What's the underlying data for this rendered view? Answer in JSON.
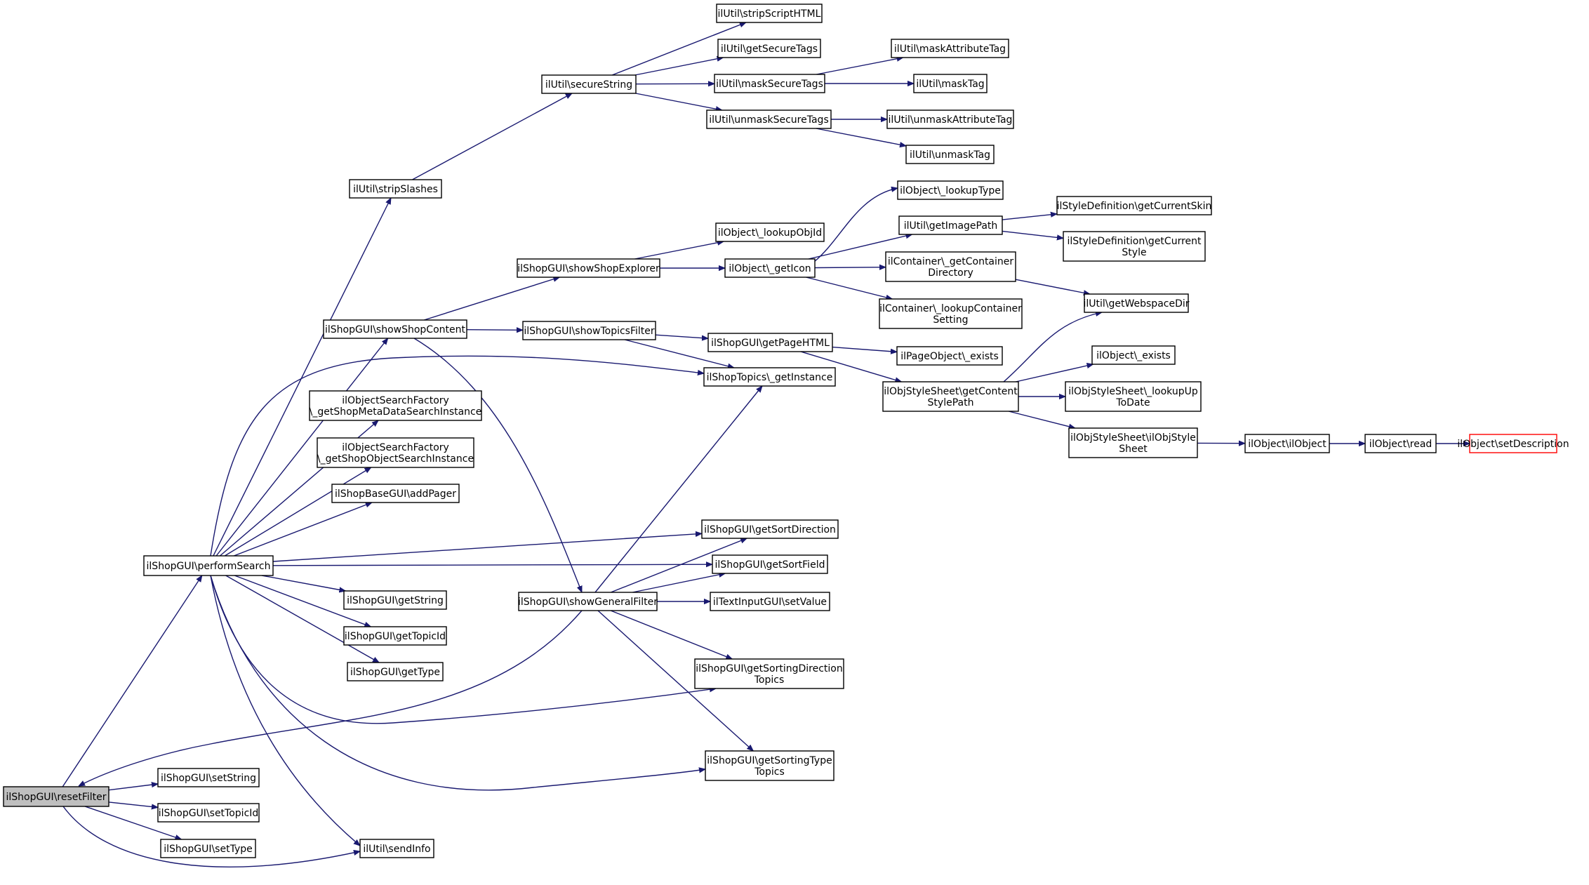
{
  "colors": {
    "edge": "#191970",
    "node_border": "#000000",
    "root_fill": "#bfbfbf",
    "undocumented_border": "#ff0000"
  },
  "nodes": {
    "resetFilter": {
      "lines": [
        "ilShopGUI\\resetFilter"
      ],
      "kind": "root"
    },
    "performSearch": {
      "lines": [
        "ilShopGUI\\performSearch"
      ]
    },
    "setString": {
      "lines": [
        "ilShopGUI\\setString"
      ]
    },
    "setTopicId": {
      "lines": [
        "ilShopGUI\\setTopicId"
      ]
    },
    "setType": {
      "lines": [
        "ilShopGUI\\setType"
      ]
    },
    "sendInfo": {
      "lines": [
        "ilUtil\\sendInfo"
      ]
    },
    "stripSlashes": {
      "lines": [
        "ilUtil\\stripSlashes"
      ]
    },
    "showShopContent": {
      "lines": [
        "ilShopGUI\\showShopContent"
      ]
    },
    "metaSearch": {
      "lines": [
        "ilObjectSearchFactory",
        "\\_getShopMetaDataSearchInstance"
      ]
    },
    "objectSearch": {
      "lines": [
        "ilObjectSearchFactory",
        "\\_getShopObjectSearchInstance"
      ]
    },
    "addPager": {
      "lines": [
        "ilShopBaseGUI\\addPager"
      ]
    },
    "getString": {
      "lines": [
        "ilShopGUI\\getString"
      ]
    },
    "getTopicId": {
      "lines": [
        "ilShopGUI\\getTopicId"
      ]
    },
    "getType": {
      "lines": [
        "ilShopGUI\\getType"
      ]
    },
    "secureString": {
      "lines": [
        "ilUtil\\secureString"
      ]
    },
    "stripScriptHTML": {
      "lines": [
        "ilUtil\\stripScriptHTML"
      ]
    },
    "getSecureTags": {
      "lines": [
        "ilUtil\\getSecureTags"
      ]
    },
    "maskSecureTags": {
      "lines": [
        "ilUtil\\maskSecureTags"
      ]
    },
    "unmaskSecureTags": {
      "lines": [
        "ilUtil\\unmaskSecureTags"
      ]
    },
    "maskAttributeTag": {
      "lines": [
        "ilUtil\\maskAttributeTag"
      ]
    },
    "maskTag": {
      "lines": [
        "ilUtil\\maskTag"
      ]
    },
    "unmaskAttributeTag": {
      "lines": [
        "ilUtil\\unmaskAttributeTag"
      ]
    },
    "unmaskTag": {
      "lines": [
        "ilUtil\\unmaskTag"
      ]
    },
    "showShopExplorer": {
      "lines": [
        "ilShopGUI\\showShopExplorer"
      ]
    },
    "showTopicsFilter": {
      "lines": [
        "ilShopGUI\\showTopicsFilter"
      ]
    },
    "showGeneralFilter": {
      "lines": [
        "ilShopGUI\\showGeneralFilter"
      ]
    },
    "lookupObjId": {
      "lines": [
        "ilObject\\_lookupObjId"
      ]
    },
    "getIcon": {
      "lines": [
        "ilObject\\_getIcon"
      ]
    },
    "lookupType": {
      "lines": [
        "ilObject\\_lookupType"
      ]
    },
    "getImagePath": {
      "lines": [
        "ilUtil\\getImagePath"
      ]
    },
    "getContainerDirectory": {
      "lines": [
        "ilContainer\\_getContainer",
        "Directory"
      ]
    },
    "lookupContainerSetting": {
      "lines": [
        "ilContainer\\_lookupContainer",
        "Setting"
      ]
    },
    "getCurrentSkin": {
      "lines": [
        "ilStyleDefinition\\getCurrentSkin"
      ]
    },
    "getCurrentStyle": {
      "lines": [
        "ilStyleDefinition\\getCurrent",
        "Style"
      ]
    },
    "getWebspaceDir": {
      "lines": [
        "ilUtil\\getWebspaceDir"
      ]
    },
    "getPageHTML": {
      "lines": [
        "ilShopGUI\\getPageHTML"
      ]
    },
    "shopTopicsGetInstance": {
      "lines": [
        "ilShopTopics\\_getInstance"
      ]
    },
    "pageObjectExists": {
      "lines": [
        "ilPageObject\\_exists"
      ]
    },
    "getContentStylePath": {
      "lines": [
        "ilObjStyleSheet\\getContent",
        "StylePath"
      ]
    },
    "objectExists": {
      "lines": [
        "ilObject\\_exists"
      ]
    },
    "lookupUpToDate": {
      "lines": [
        "ilObjStyleSheet\\_lookupUp",
        "ToDate"
      ]
    },
    "ilObjStyleSheet": {
      "lines": [
        "ilObjStyleSheet\\ilObjStyle",
        "Sheet"
      ]
    },
    "ilObjectCtor": {
      "lines": [
        "ilObject\\ilObject"
      ]
    },
    "ilObjectRead": {
      "lines": [
        "ilObject\\read"
      ]
    },
    "setDescription": {
      "lines": [
        "ilObject\\setDescription"
      ],
      "kind": "undocumented"
    },
    "getSortDirection": {
      "lines": [
        "ilShopGUI\\getSortDirection"
      ]
    },
    "getSortField": {
      "lines": [
        "ilShopGUI\\getSortField"
      ]
    },
    "setValue": {
      "lines": [
        "ilTextInputGUI\\setValue"
      ]
    },
    "getSortingDirectionTopics": {
      "lines": [
        "ilShopGUI\\getSortingDirection",
        "Topics"
      ]
    },
    "getSortingTypeTopics": {
      "lines": [
        "ilShopGUI\\getSortingType",
        "Topics"
      ]
    }
  },
  "edges": [
    [
      "resetFilter",
      "performSearch"
    ],
    [
      "resetFilter",
      "setString"
    ],
    [
      "resetFilter",
      "setTopicId"
    ],
    [
      "resetFilter",
      "setType"
    ],
    [
      "resetFilter",
      "sendInfo"
    ],
    [
      "showGeneralFilter",
      "resetFilter"
    ],
    [
      "performSearch",
      "stripSlashes"
    ],
    [
      "performSearch",
      "showShopContent"
    ],
    [
      "performSearch",
      "shopTopicsGetInstance"
    ],
    [
      "performSearch",
      "metaSearch"
    ],
    [
      "performSearch",
      "objectSearch"
    ],
    [
      "performSearch",
      "addPager"
    ],
    [
      "performSearch",
      "getSortDirection"
    ],
    [
      "performSearch",
      "getSortField"
    ],
    [
      "performSearch",
      "getString"
    ],
    [
      "performSearch",
      "getTopicId"
    ],
    [
      "performSearch",
      "getType"
    ],
    [
      "performSearch",
      "getSortingDirectionTopics"
    ],
    [
      "performSearch",
      "getSortingTypeTopics"
    ],
    [
      "performSearch",
      "sendInfo"
    ],
    [
      "stripSlashes",
      "secureString"
    ],
    [
      "secureString",
      "stripScriptHTML"
    ],
    [
      "secureString",
      "getSecureTags"
    ],
    [
      "secureString",
      "maskSecureTags"
    ],
    [
      "secureString",
      "unmaskSecureTags"
    ],
    [
      "maskSecureTags",
      "maskAttributeTag"
    ],
    [
      "maskSecureTags",
      "maskTag"
    ],
    [
      "unmaskSecureTags",
      "unmaskAttributeTag"
    ],
    [
      "unmaskSecureTags",
      "unmaskTag"
    ],
    [
      "showShopContent",
      "showShopExplorer"
    ],
    [
      "showShopContent",
      "showTopicsFilter"
    ],
    [
      "showShopContent",
      "showGeneralFilter"
    ],
    [
      "showShopExplorer",
      "lookupObjId"
    ],
    [
      "showShopExplorer",
      "getIcon"
    ],
    [
      "getIcon",
      "lookupType"
    ],
    [
      "getIcon",
      "getImagePath"
    ],
    [
      "getIcon",
      "getContainerDirectory"
    ],
    [
      "getIcon",
      "lookupContainerSetting"
    ],
    [
      "getImagePath",
      "getCurrentSkin"
    ],
    [
      "getImagePath",
      "getCurrentStyle"
    ],
    [
      "getContainerDirectory",
      "getWebspaceDir"
    ],
    [
      "showTopicsFilter",
      "getPageHTML"
    ],
    [
      "showTopicsFilter",
      "shopTopicsGetInstance"
    ],
    [
      "getPageHTML",
      "pageObjectExists"
    ],
    [
      "getPageHTML",
      "getContentStylePath"
    ],
    [
      "getContentStylePath",
      "getWebspaceDir"
    ],
    [
      "getContentStylePath",
      "objectExists"
    ],
    [
      "getContentStylePath",
      "lookupUpToDate"
    ],
    [
      "getContentStylePath",
      "ilObjStyleSheet"
    ],
    [
      "ilObjStyleSheet",
      "ilObjectCtor"
    ],
    [
      "ilObjectCtor",
      "ilObjectRead"
    ],
    [
      "ilObjectRead",
      "setDescription"
    ],
    [
      "showGeneralFilter",
      "shopTopicsGetInstance"
    ],
    [
      "showGeneralFilter",
      "getSortDirection"
    ],
    [
      "showGeneralFilter",
      "getSortField"
    ],
    [
      "showGeneralFilter",
      "setValue"
    ],
    [
      "showGeneralFilter",
      "getSortingDirectionTopics"
    ],
    [
      "showGeneralFilter",
      "getSortingTypeTopics"
    ]
  ]
}
